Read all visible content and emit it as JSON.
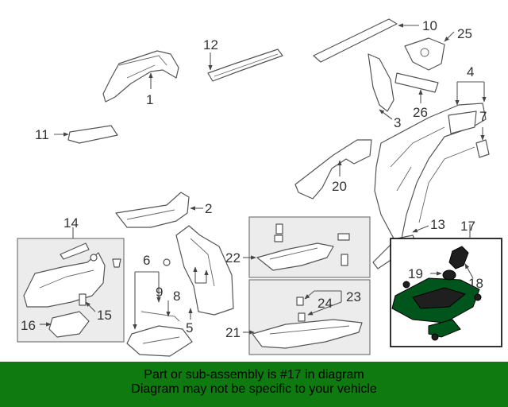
{
  "diagram": {
    "callouts": [
      "1",
      "2",
      "3",
      "4",
      "5",
      "6",
      "7",
      "8",
      "9",
      "10",
      "11",
      "12",
      "13",
      "14",
      "15",
      "16",
      "17",
      "18",
      "19",
      "20",
      "21",
      "22",
      "23",
      "24",
      "25",
      "26"
    ],
    "highlight_color": "#00551c",
    "highlighted_part": "17"
  },
  "banner": {
    "line1": "Part or sub-assembly is #17 in diagram",
    "line2": "Diagram may not be specific to your vehicle",
    "background": "#0f7a0f"
  }
}
